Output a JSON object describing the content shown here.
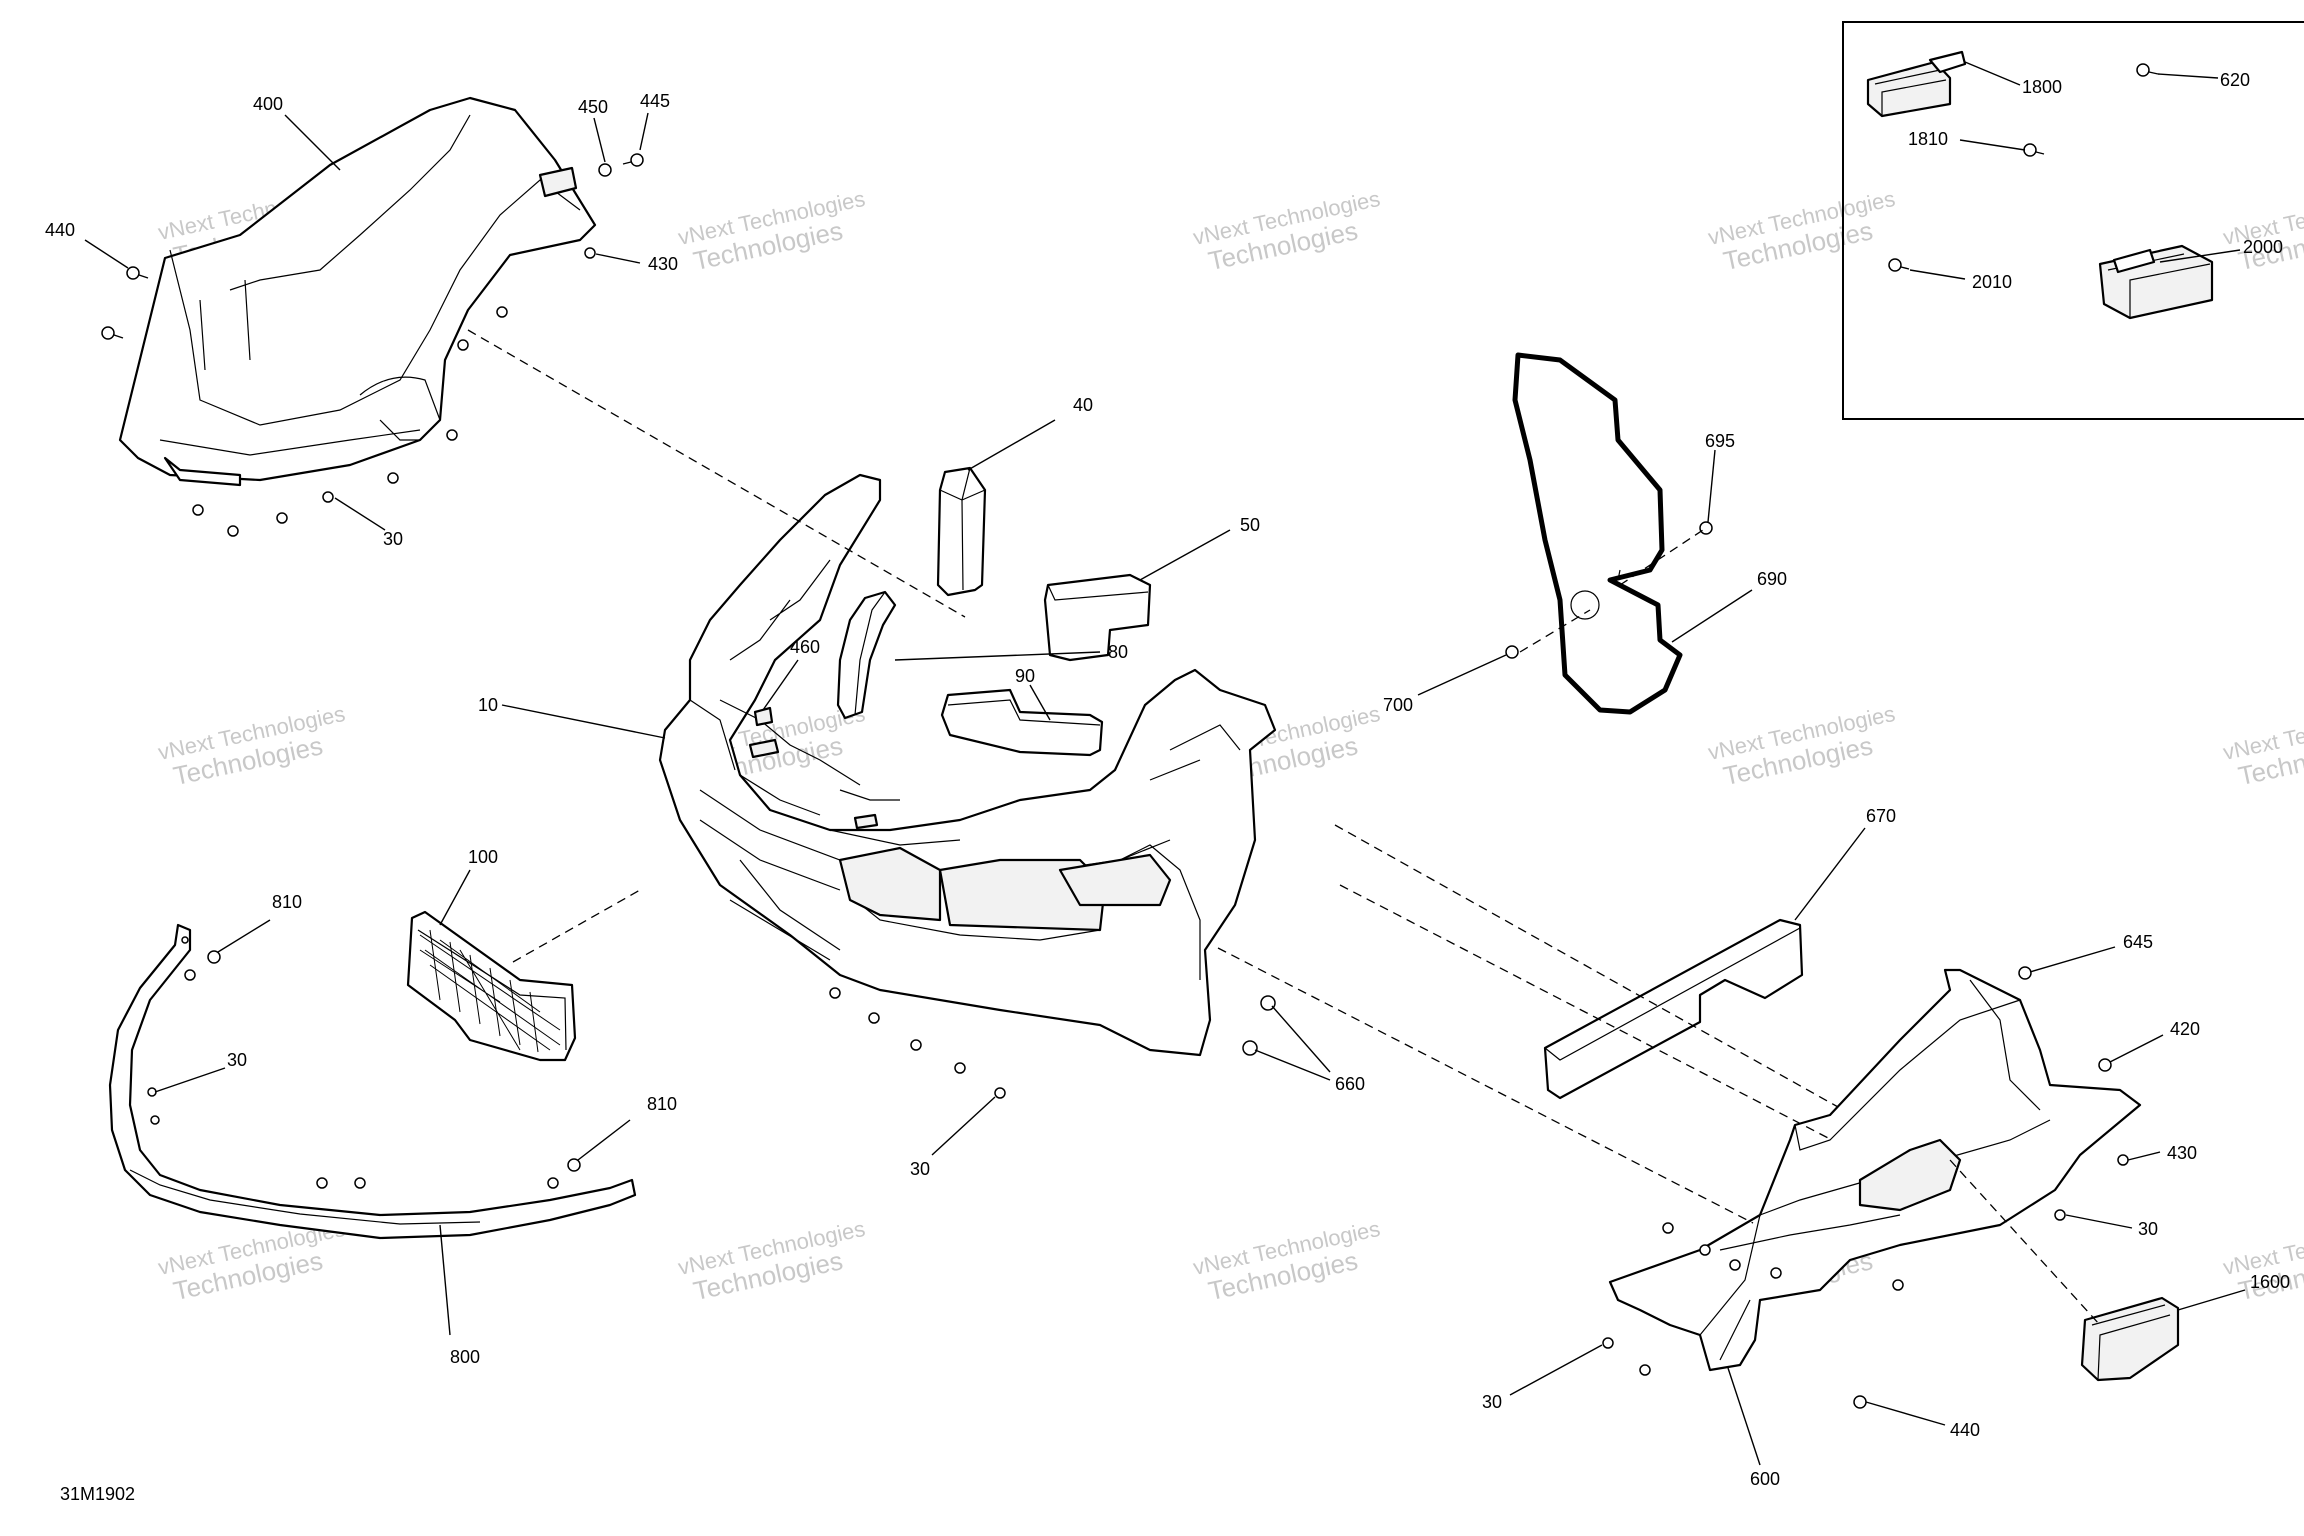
{
  "diagram_code": "31M1902",
  "watermark": {
    "line1": "vNext Technologies",
    "line2": "Technologies"
  },
  "callouts": {
    "c10": "10",
    "c30a": "30",
    "c30b": "30",
    "c30c": "30",
    "c30d": "30",
    "c30e": "30",
    "c40": "40",
    "c50": "50",
    "c80": "80",
    "c90": "90",
    "c100": "100",
    "c400": "400",
    "c420": "420",
    "c430a": "430",
    "c430b": "430",
    "c440a": "440",
    "c440b": "440",
    "c445": "445",
    "c450": "450",
    "c460": "460",
    "c600": "600",
    "c620": "620",
    "c645": "645",
    "c660": "660",
    "c670": "670",
    "c690": "690",
    "c695": "695",
    "c700": "700",
    "c800": "800",
    "c810a": "810",
    "c810b": "810",
    "c1600": "1600",
    "c1800": "1800",
    "c1810": "1810",
    "c2000": "2000",
    "c2010": "2010"
  }
}
